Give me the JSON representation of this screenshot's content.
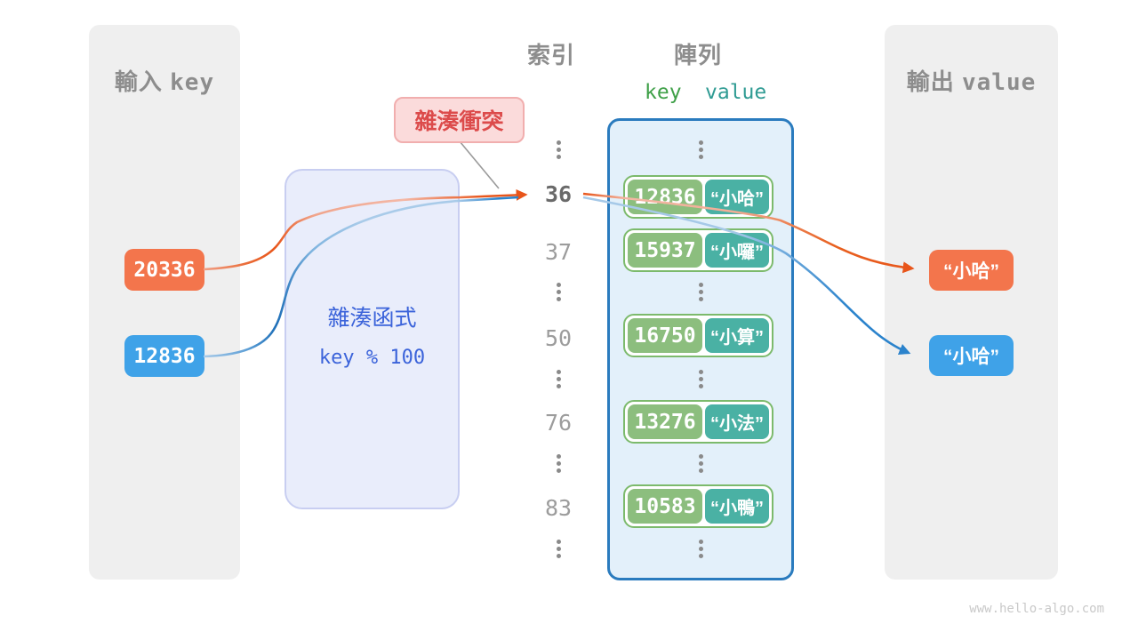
{
  "input_panel": {
    "title_cjk": "輸入",
    "title_en": "key",
    "keys": [
      "20336",
      "12836"
    ]
  },
  "hash_box": {
    "title": "雜湊函式",
    "formula": "key % 100"
  },
  "collision_label": "雜湊衝突",
  "index_column": {
    "title": "索引",
    "values": [
      "36",
      "37",
      "50",
      "76",
      "83"
    ],
    "emphasized_value": "36"
  },
  "array_panel": {
    "title": "陣列",
    "key_header": "key",
    "value_header": "value",
    "rows": [
      {
        "key": "12836",
        "value": "“小哈”"
      },
      {
        "key": "15937",
        "value": "“小囉”"
      },
      {
        "key": "16750",
        "value": "“小算”"
      },
      {
        "key": "13276",
        "value": "“小法”"
      },
      {
        "key": "10583",
        "value": "“小鴨”"
      }
    ]
  },
  "output_panel": {
    "title_cjk": "輸出",
    "title_en": "value",
    "values": [
      "“小哈”",
      "“小哈”"
    ]
  },
  "watermark": "www.hello-algo.com",
  "colors": {
    "orange": "#f3754c",
    "blue": "#3fa2e8",
    "green_key": "#8cbe7e",
    "teal_value": "#4ab1a4",
    "array_border": "#2a7bbe",
    "hash_text": "#3b63da",
    "collision_red": "#dc4b4b",
    "arrow_orange": "#e8551a",
    "arrow_blue": "#2b83cc"
  }
}
